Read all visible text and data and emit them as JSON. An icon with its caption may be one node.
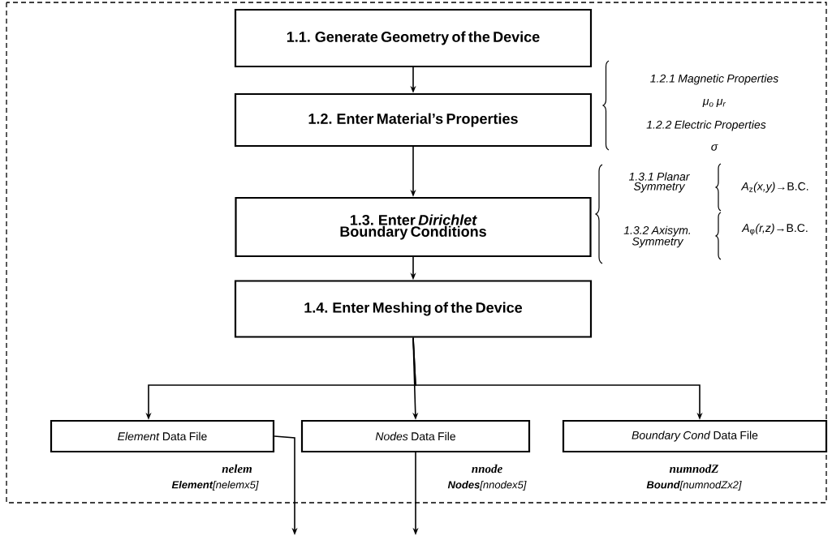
{
  "diagram": {
    "nodes": [
      {
        "text": [
          "1.1. Generate Geometry of the Device"
        ]
      },
      {
        "text": [
          "1.2. Enter Material’s Properties"
        ]
      },
      {
        "text": [
          "1.3. Enter *Dirichlet* Boundary Conditions"
        ]
      },
      {
        "text": [
          "1.4. Enter Meshing of the Device"
        ]
      },
      {
        "text": [
          "*Element* Data File"
        ],
        "beside": [
          "nelem",
          "**Element**[nelemx5]"
        ]
      },
      {
        "text": [
          "*Nodes* Data File"
        ],
        "beside": [
          "nnode",
          "**Nodes**[nnodex5]"
        ]
      },
      {
        "text": [
          "*Boundary Cond* Data File"
        ],
        "beside": [
          "numnodZ",
          "**Bound**[numnodZx2]"
        ]
      }
    ],
    "edges": [
      {
        "from": 0,
        "to": 1,
        "arrow": "to"
      },
      {
        "from": 1,
        "to": 2,
        "arrow": "to"
      },
      {
        "from": 2,
        "to": 3,
        "arrow": "to"
      },
      {
        "from": 3,
        "to": 4,
        "arrow": "to"
      },
      {
        "from": 3,
        "to": 5,
        "arrow": "to"
      },
      {
        "from": 3,
        "to": 6,
        "arrow": "to"
      },
      {
        "from": 4,
        "to": null,
        "arrow": "to"
      },
      {
        "from": 5,
        "to": null,
        "arrow": "to"
      }
    ],
    "labels": [
      "1.2.1 Magnetic Properties",
      "μ$_{o}$ μ$_{r}$",
      "1.2.2 Electric Properties",
      "σ",
      "1.3.1 Planar Symmetry",
      "*A*$_{z}$*(x,y)*→B.C.",
      "1.3.2 Axisym. Symmetry",
      "*A*$_{φ}$*(r,z)*→B.C."
    ]
  }
}
